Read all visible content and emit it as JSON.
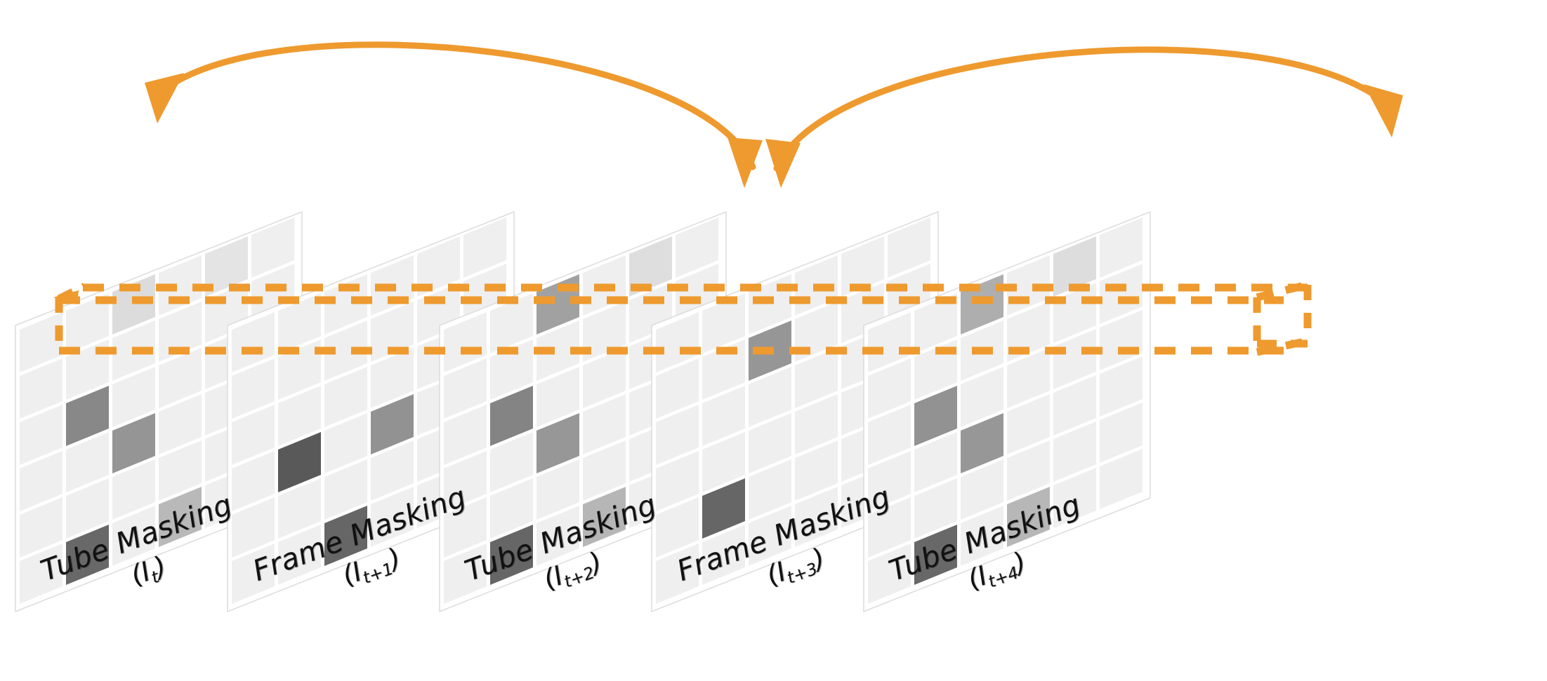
{
  "figure": {
    "kind": "video-masking-diagram",
    "background": "#ffffff",
    "accent_color": "#EE9A2E",
    "cell_color": "#EFEFEF",
    "panel_edge_color": "#DCDCDC"
  },
  "panels": [
    {
      "id": "panel-1",
      "label_line1": "Tube Masking",
      "label_line2_prefix": "(I",
      "label_line2_sub": "t",
      "label_line2_suffix": ")",
      "mask_type": "Tube Masking",
      "frame_index": "t",
      "visible_patches": [
        {
          "col": 2,
          "row": 0,
          "tone": "#d9d9d9"
        },
        {
          "col": 4,
          "row": 0,
          "tone": "#e2e2e2"
        },
        {
          "col": 1,
          "row": 2,
          "tone": "#7f7f7f"
        },
        {
          "col": 2,
          "row": 3,
          "tone": "#8d8d8d"
        },
        {
          "col": 1,
          "row": 5,
          "tone": "#5c5c5c"
        },
        {
          "col": 3,
          "row": 5,
          "tone": "#b4b4b4"
        }
      ]
    },
    {
      "id": "panel-2",
      "label_line1": "Frame Masking",
      "label_line2_prefix": "(I",
      "label_line2_sub": "t+1",
      "label_line2_suffix": ")",
      "mask_type": "Frame Masking",
      "frame_index": "t+1",
      "visible_patches": [
        {
          "col": 1,
          "row": 3,
          "tone": "#4c4c4c"
        },
        {
          "col": 3,
          "row": 3,
          "tone": "#8a8a8a"
        },
        {
          "col": 2,
          "row": 5,
          "tone": "#5a5a5a"
        }
      ]
    },
    {
      "id": "panel-3",
      "label_line1": "Tube Masking",
      "label_line2_prefix": "(I",
      "label_line2_sub": "t+2",
      "label_line2_suffix": ")",
      "mask_type": "Tube Masking",
      "frame_index": "t+2",
      "visible_patches": [
        {
          "col": 2,
          "row": 0,
          "tone": "#9a9a9a"
        },
        {
          "col": 4,
          "row": 0,
          "tone": "#dcdcdc"
        },
        {
          "col": 1,
          "row": 2,
          "tone": "#7b7b7b"
        },
        {
          "col": 2,
          "row": 3,
          "tone": "#8f8f8f"
        },
        {
          "col": 1,
          "row": 5,
          "tone": "#5a5a5a"
        },
        {
          "col": 3,
          "row": 5,
          "tone": "#b0b0b0"
        }
      ]
    },
    {
      "id": "panel-4",
      "label_line1": "Frame Masking",
      "label_line2_prefix": "(I",
      "label_line2_sub": "t+3",
      "label_line2_suffix": ")",
      "mask_type": "Frame Masking",
      "frame_index": "t+3",
      "visible_patches": [
        {
          "col": 2,
          "row": 1,
          "tone": "#8e8e8e"
        },
        {
          "col": 1,
          "row": 4,
          "tone": "#5a5a5a"
        }
      ]
    },
    {
      "id": "panel-5",
      "label_line1": "Tube Masking",
      "label_line2_prefix": "(I",
      "label_line2_sub": "t+4",
      "label_line2_suffix": ")",
      "mask_type": "Tube Masking",
      "frame_index": "t+4",
      "visible_patches": [
        {
          "col": 2,
          "row": 0,
          "tone": "#a8a8a8"
        },
        {
          "col": 4,
          "row": 0,
          "tone": "#dadada"
        },
        {
          "col": 1,
          "row": 2,
          "tone": "#8a8a8a"
        },
        {
          "col": 2,
          "row": 3,
          "tone": "#8f8f8f"
        },
        {
          "col": 1,
          "row": 5,
          "tone": "#5c5c5c"
        },
        {
          "col": 3,
          "row": 5,
          "tone": "#b2b2b2"
        }
      ]
    }
  ],
  "annotations": {
    "arrows": [
      {
        "name": "arrow-frame1-to-frame3",
        "from_panel": "panel-1",
        "to_panel": "panel-3",
        "direction": "leftward-arc",
        "color": "#EE9A2E"
      },
      {
        "name": "arrow-frame3-to-frame5",
        "from_panel": "panel-3",
        "to_panel": "panel-5",
        "direction": "rightward-arc",
        "color": "#EE9A2E"
      }
    ],
    "tube_highlight": {
      "name": "tube-highlight-box",
      "style": "dashed-3d-box",
      "color": "#EE9A2E",
      "spans_panels": [
        "panel-1",
        "panel-2",
        "panel-3",
        "panel-4",
        "panel-5"
      ],
      "row": 2,
      "col": 1
    }
  }
}
